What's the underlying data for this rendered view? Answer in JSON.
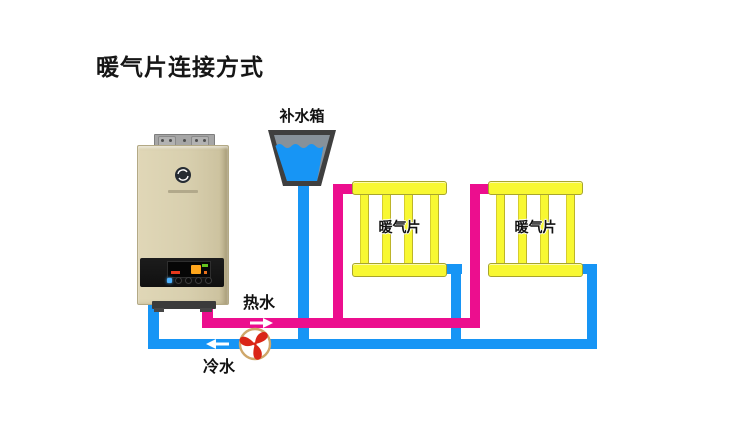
{
  "title": "暖气片连接方式",
  "tank": {
    "label": "补水箱"
  },
  "radiators": [
    {
      "label": "暖气片"
    },
    {
      "label": "暖气片"
    }
  ],
  "pipes": {
    "hot_label": "热水",
    "cold_label": "冷水"
  },
  "colors": {
    "hot_pipe": "#ec0e8e",
    "cold_pipe": "#1795f5",
    "radiator_yellow": "#f8f832",
    "radiator_border": "#a8a52c",
    "tank_border": "#3f3f3f",
    "tank_gray": "#87919a",
    "pump_ring": "#cfa76a",
    "pump_blade": "#da2517",
    "title_color": "#161616"
  }
}
